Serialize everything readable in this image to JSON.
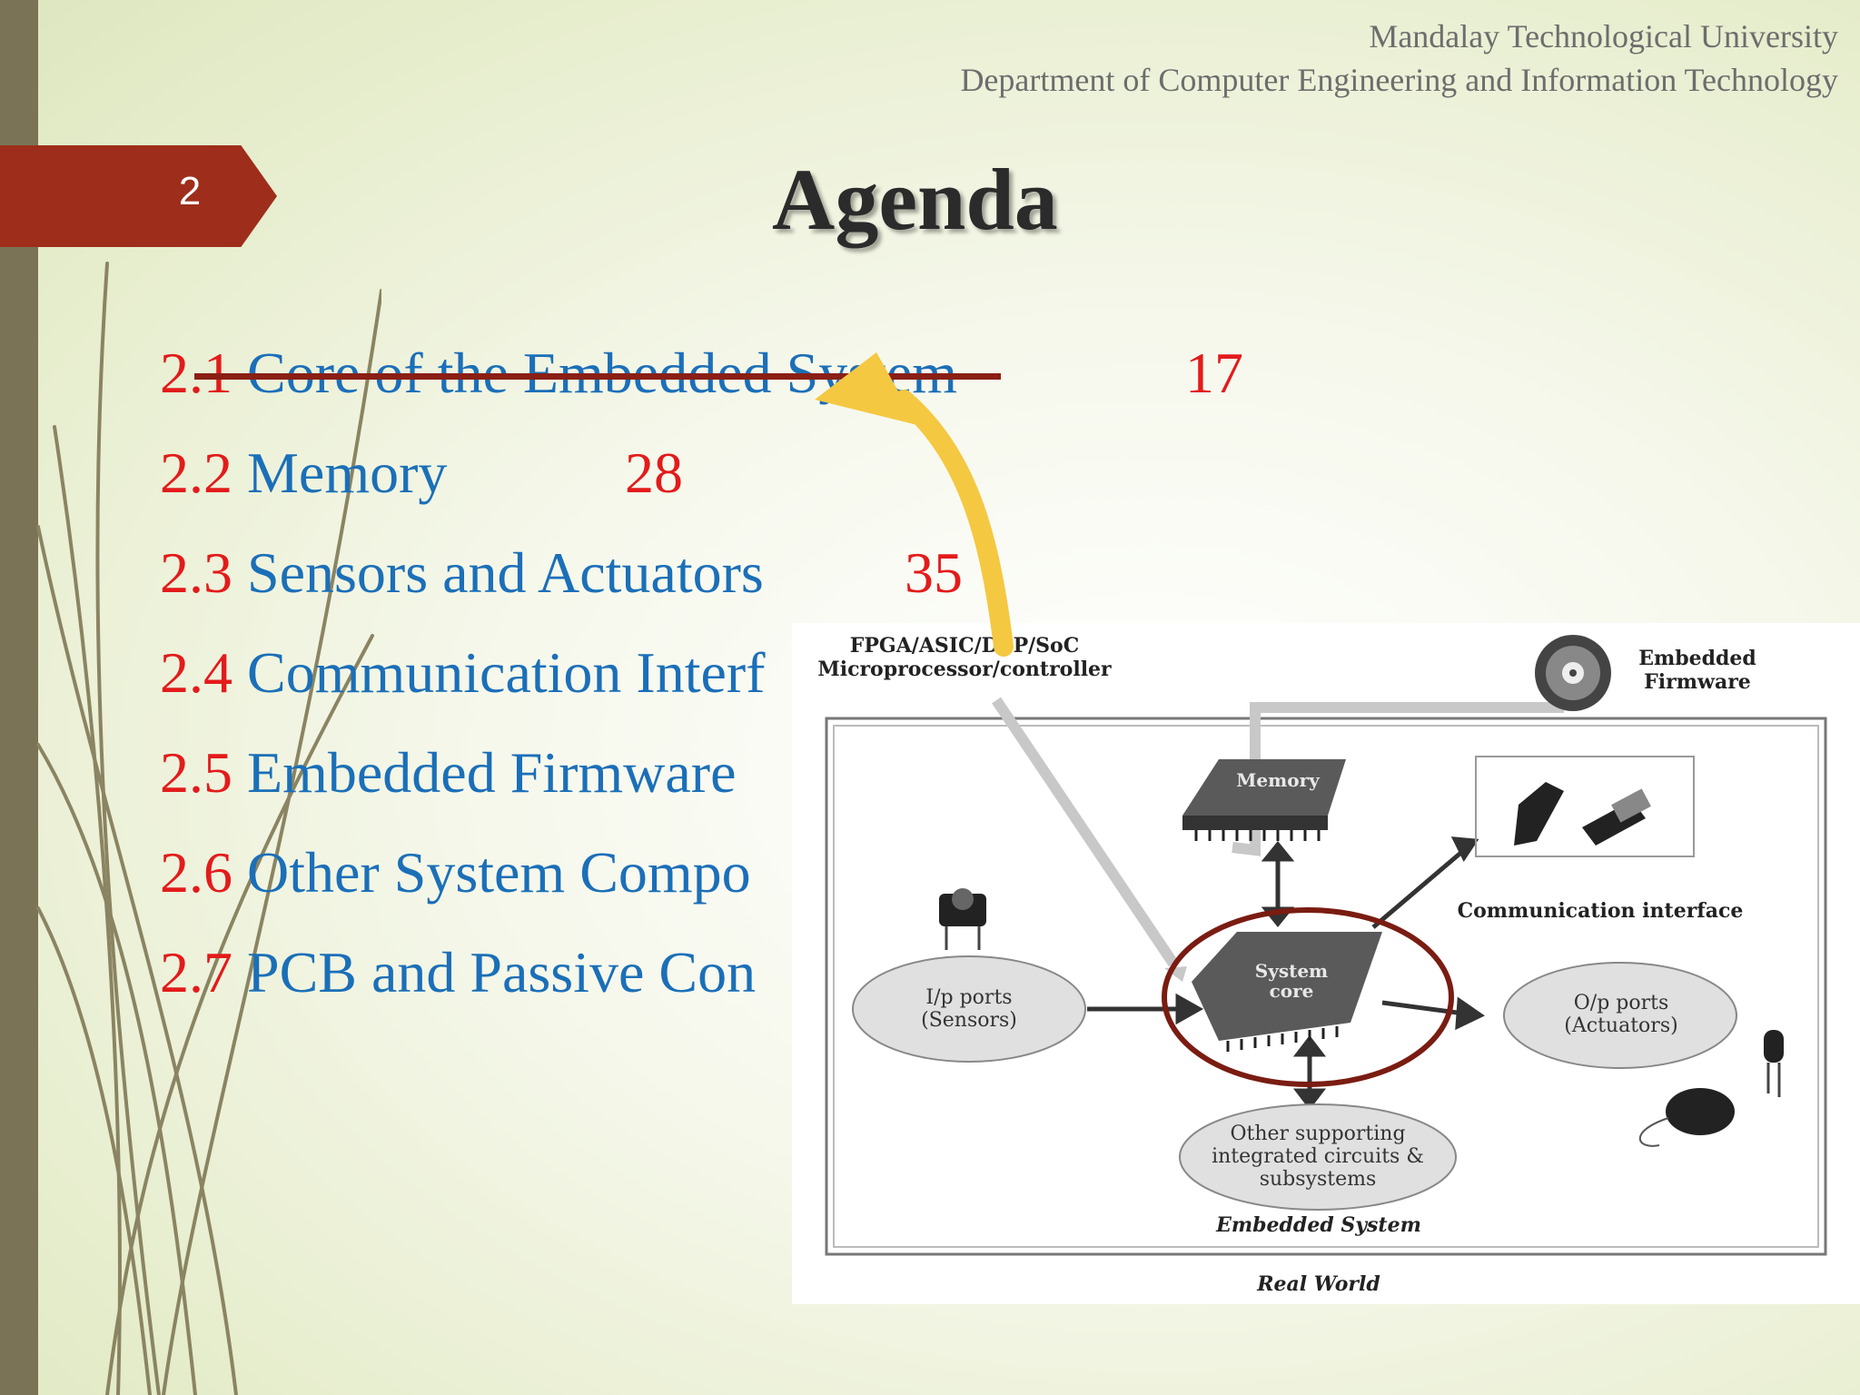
{
  "header": {
    "university": "Mandalay Technological University",
    "department": "Department of Computer Engineering and Information Technology"
  },
  "slide_number": "2",
  "title": "Agenda",
  "agenda": [
    {
      "num": "2.1",
      "text": "Core of the Embedded System",
      "page": "17"
    },
    {
      "num": "2.2",
      "text": "Memory",
      "page": "28"
    },
    {
      "num": "2.3",
      "text": "Sensors and Actuators",
      "page": "35"
    },
    {
      "num": "2.4",
      "text": "Communication Interf"
    },
    {
      "num": "2.5",
      "text": "Embedded Firmware"
    },
    {
      "num": "2.6",
      "text": "Other System Compo"
    },
    {
      "num": "2.7",
      "text": "PCB and Passive Con"
    }
  ],
  "diagram": {
    "processor_label": "FPGA/ASIC/DSP/SoC\nMicroprocessor/controller",
    "firmware_label": "Embedded\nFirmware",
    "memory_label": "Memory",
    "comm_label": "Communication interface",
    "core_label": "System\ncore",
    "input_label": "I/p ports\n(Sensors)",
    "output_label": "O/p ports\n(Actuators)",
    "other_label": "Other supporting\nintegrated circuits &\nsubsystems",
    "system_label": "Embedded System",
    "world_label": "Real World"
  },
  "colors": {
    "accent_red": "#e31b1b",
    "link_blue": "#1b6fb8",
    "tab_red": "#9e2e1b",
    "annotation_yellow": "#f5c842",
    "circle_red": "#7a1c12"
  }
}
